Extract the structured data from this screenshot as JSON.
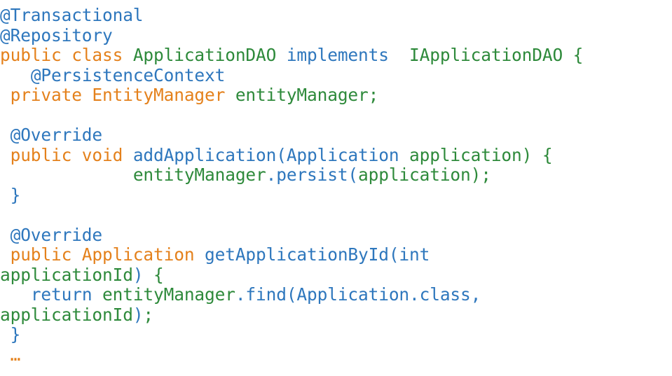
{
  "editor": {
    "language": "java",
    "background_color": "#ffffff",
    "font": "monospace",
    "theme_colors": {
      "annotation": "#2E77BD",
      "keyword": "#E4811C",
      "type": "#2E8A3B",
      "identifier": "#2E77BD",
      "plain": "#2E8A3B",
      "punctuation": "#2E77BD",
      "ellipsis": "#E4811C"
    }
  },
  "code": {
    "full_text": "@Transactional\n@Repository\npublic class ApplicationDAO implements  IApplicationDAO {\n    @PersistenceContext\n  private EntityManager entityManager;\n\n  @Override\n  public void addApplication(Application application) {\n                entityManager.persist(application);\n  }\n\n  @Override\n  public Application getApplicationById(int applicationId) {\n      return entityManager.find(Application.class, applicationId);\n  }\n  …",
    "lines": [
      {
        "id": "line-1",
        "indent": "",
        "tokens": [
          {
            "text": "@Transactional",
            "kind": "annotation"
          }
        ]
      },
      {
        "id": "line-2",
        "indent": "",
        "tokens": [
          {
            "text": "@Repository",
            "kind": "annotation"
          }
        ]
      },
      {
        "id": "line-3",
        "indent": "",
        "tokens": [
          {
            "text": "public class ",
            "kind": "keyword"
          },
          {
            "text": "ApplicationDAO ",
            "kind": "type"
          },
          {
            "text": "implements",
            "kind": "identifier"
          },
          {
            "text": "  ",
            "kind": "plain"
          },
          {
            "text": "IApplicationDAO {",
            "kind": "type"
          }
        ]
      },
      {
        "id": "line-4",
        "indent": "   ",
        "tokens": [
          {
            "text": "@PersistenceContext",
            "kind": "annotation"
          }
        ]
      },
      {
        "id": "line-5",
        "indent": " ",
        "tokens": [
          {
            "text": "private EntityManager ",
            "kind": "keyword"
          },
          {
            "text": "entityManager;",
            "kind": "plain"
          }
        ]
      },
      {
        "id": "line-6",
        "indent": "",
        "tokens": []
      },
      {
        "id": "line-7",
        "indent": " ",
        "tokens": [
          {
            "text": "@Override",
            "kind": "annotation"
          }
        ]
      },
      {
        "id": "line-8",
        "indent": " ",
        "tokens": [
          {
            "text": "public void ",
            "kind": "keyword"
          },
          {
            "text": "addApplication(Application ",
            "kind": "identifier"
          },
          {
            "text": "application) {",
            "kind": "plain"
          }
        ]
      },
      {
        "id": "line-9",
        "indent": "             ",
        "tokens": [
          {
            "text": "entityManager",
            "kind": "plain"
          },
          {
            "text": ".persist(",
            "kind": "identifier"
          },
          {
            "text": "application);",
            "kind": "plain"
          }
        ]
      },
      {
        "id": "line-10",
        "indent": " ",
        "tokens": [
          {
            "text": "}",
            "kind": "punctuation"
          }
        ]
      },
      {
        "id": "line-11",
        "indent": "",
        "tokens": []
      },
      {
        "id": "line-12",
        "indent": " ",
        "tokens": [
          {
            "text": "@Override",
            "kind": "annotation"
          }
        ]
      },
      {
        "id": "line-13",
        "indent": " ",
        "tokens": [
          {
            "text": "public Application ",
            "kind": "keyword"
          },
          {
            "text": "getApplicationById(int",
            "kind": "identifier"
          }
        ]
      },
      {
        "id": "line-14",
        "indent": "",
        "tokens": [
          {
            "text": "applicationId",
            "kind": "plain"
          },
          {
            "text": ")",
            "kind": "punctuation"
          },
          {
            "text": " {",
            "kind": "plain"
          }
        ]
      },
      {
        "id": "line-15",
        "indent": "   ",
        "tokens": [
          {
            "text": "return ",
            "kind": "identifier"
          },
          {
            "text": "entityManager",
            "kind": "plain"
          },
          {
            "text": ".find(Application.class,",
            "kind": "identifier"
          }
        ]
      },
      {
        "id": "line-16",
        "indent": "",
        "tokens": [
          {
            "text": "applicationId",
            "kind": "plain"
          },
          {
            "text": ")",
            "kind": "punctuation"
          },
          {
            "text": ";",
            "kind": "plain"
          }
        ]
      },
      {
        "id": "line-17",
        "indent": " ",
        "tokens": [
          {
            "text": "}",
            "kind": "punctuation"
          }
        ]
      },
      {
        "id": "line-18",
        "indent": " ",
        "tokens": [
          {
            "text": "…",
            "kind": "ellipsis"
          }
        ]
      }
    ]
  }
}
